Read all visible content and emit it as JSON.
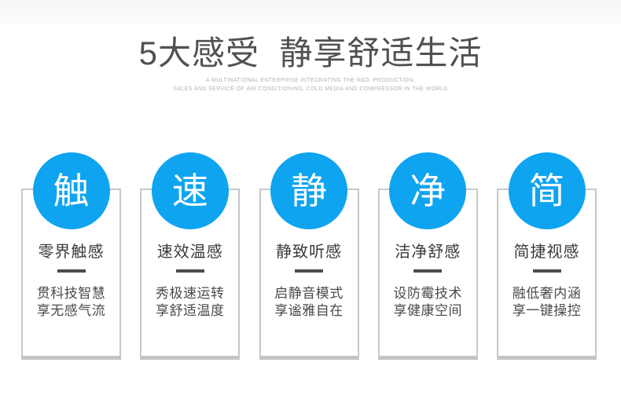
{
  "header": {
    "title": "5大感受  静享舒适生活",
    "subtitle_line1": "A MULTINATIONAL ENTERPRISE INTEGRATING THE R&D, PRODUCTION,",
    "subtitle_line2": "SALES AND SERVICE OF AIR CONDITIONING, COLD MEDIA AND COMPRESSOR IN THE WORLD"
  },
  "colors": {
    "accent_blue": "#0fa4f0",
    "card_border": "#c8c8c8",
    "title_text": "#515151",
    "subtitle_text": "#b4b4b4",
    "heading_text": "#3a3a3a",
    "body_text": "#4a4a4a",
    "divider": "#4c4c4c",
    "circle_glyph": "#ffffff",
    "background": "#ffffff"
  },
  "cards": [
    {
      "glyph": "触",
      "heading": "零界触感",
      "line1": "贯科技智慧",
      "line2": "享无感气流"
    },
    {
      "glyph": "速",
      "heading": "速效温感",
      "line1": "秀极速运转",
      "line2": "享舒适温度"
    },
    {
      "glyph": "静",
      "heading": "静致听感",
      "line1": "启静音模式",
      "line2": "享谧雅自在"
    },
    {
      "glyph": "净",
      "heading": "洁净舒感",
      "line1": "设防霉技术",
      "line2": "享健康空间"
    },
    {
      "glyph": "简",
      "heading": "简捷视感",
      "line1": "融低奢内涵",
      "line2": "享一键操控"
    }
  ]
}
